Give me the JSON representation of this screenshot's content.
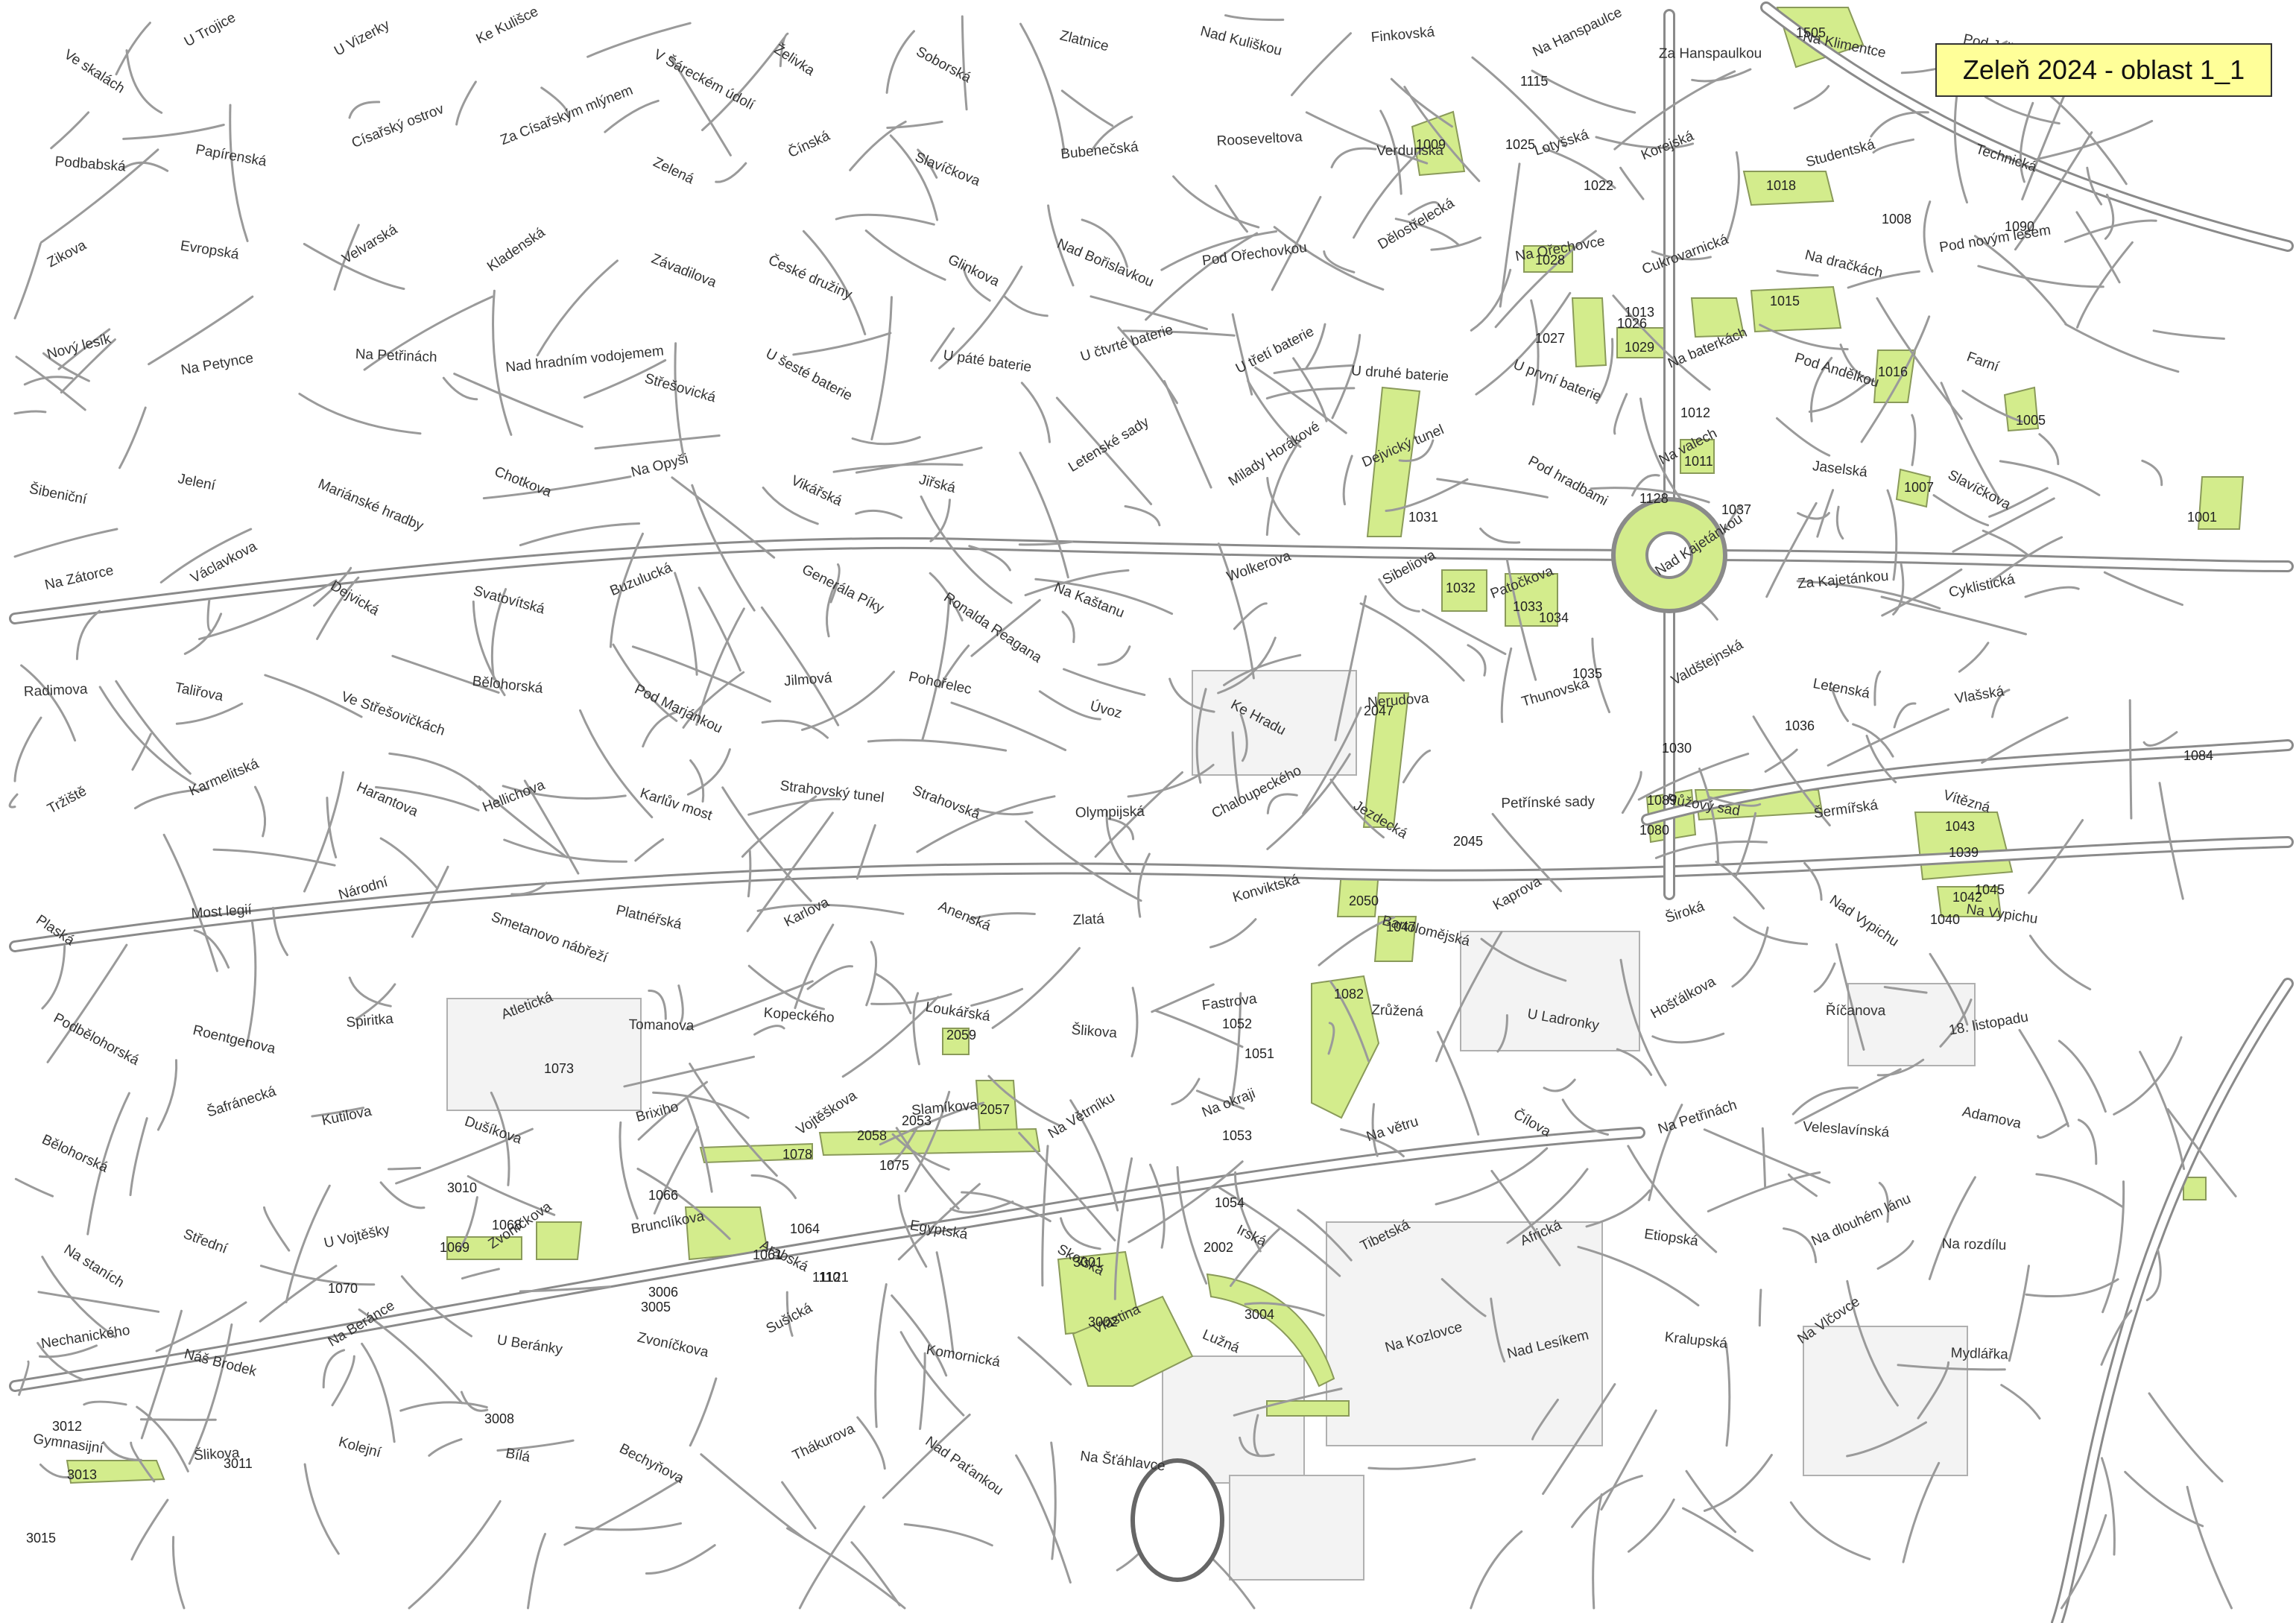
{
  "map": {
    "title": "Zeleň 2024 - oblast 1_1",
    "colors": {
      "green_area": "#d3ec8c",
      "road": "#8a8a8a",
      "title_background": "#ffff99"
    },
    "streets": [
      "Ve skalách",
      "U Trojice",
      "U Vizerky",
      "Ke Kulišce",
      "V Šáreckém údolí",
      "Želivka",
      "Soborská",
      "Zlatnice",
      "Nad Kuliškou",
      "Finkovská",
      "Na Hanspaulce",
      "Za Hanspaulkou",
      "Na Klimentce",
      "Pod Juliskou",
      "Podbabská",
      "Papírenská",
      "Císařský ostrov",
      "Za Císařským mlýnem",
      "Zelená",
      "Čínská",
      "Slavíčkova",
      "Bubenečská",
      "Rooseveltova",
      "Verdunská",
      "Lotyšská",
      "Korejská",
      "Studentská",
      "Technická",
      "Zikova",
      "Evropská",
      "Velvarská",
      "Kladenská",
      "Závadilova",
      "České družiny",
      "Glinkova",
      "Nad Bořislavkou",
      "Pod Ořechovkou",
      "Dělostřelecká",
      "Na Ořechovce",
      "Cukrovarnická",
      "Na dračkách",
      "Pod novým lesem",
      "Nový lesík",
      "Na Petynce",
      "Na Petřinách",
      "Nad hradním vodojemem",
      "Střešovická",
      "U šesté baterie",
      "U páté baterie",
      "U čtvrté baterie",
      "U třetí baterie",
      "U druhé baterie",
      "U první baterie",
      "Na baterkách",
      "Pod Andělkou",
      "Farní",
      "Šibeniční",
      "Jelení",
      "Mariánské hradby",
      "Chotkova",
      "Na Opyši",
      "Vikářská",
      "Jiřská",
      "Letenské sady",
      "Milady Horákové",
      "Dejvický tunel",
      "Pod hradbami",
      "Na valech",
      "Jaselská",
      "Slavíčkova",
      "Na Zátorce",
      "Václavkova",
      "Dejvická",
      "Svatovítská",
      "Buzulucká",
      "Generála Píky",
      "Ronalda Reagana",
      "Na Kaštanu",
      "Wolkerova",
      "Sibeliova",
      "Patočkova",
      "Nad Kajetánkou",
      "Za Kajetánkou",
      "Cyklistická",
      "Radimova",
      "Taliřova",
      "Ve Střešovičkách",
      "Bělohorská",
      "Pod Marjánkou",
      "Jilmová",
      "Pohořelec",
      "Úvoz",
      "Ke Hradu",
      "Nerudova",
      "Thunovská",
      "Valdštejnská",
      "Letenská",
      "Vlašská",
      "Tržiště",
      "Karmelitská",
      "Harantova",
      "Hellichova",
      "Karlův most",
      "Strahovský tunel",
      "Strahovská",
      "Olympijská",
      "Chaloupeckého",
      "Jezdecká",
      "Petřínské sady",
      "Růžový sad",
      "Šermířská",
      "Vítězná",
      "Plaská",
      "Most legií",
      "Národní",
      "Smetanovo nábřeží",
      "Platnéřská",
      "Karlova",
      "Anenská",
      "Zlatá",
      "Konviktská",
      "Bartolomějská",
      "Kaprova",
      "Široká",
      "Nad Vypichu",
      "Na Vypichu",
      "Podbělohorská",
      "Roentgenova",
      "Spiritka",
      "Atletická",
      "Tomanova",
      "Kopeckého",
      "Loukářská",
      "Šlikova",
      "Fastrova",
      "Zrůžená",
      "U Ladronky",
      "Hošťálkova",
      "Říčanova",
      "18. listopadu",
      "Bělohorská",
      "Šafránecká",
      "Kutilova",
      "Dušíkova",
      "Brixiho",
      "Vojtěškova",
      "Slamíkova",
      "Na Větrníku",
      "Na okraji",
      "Na větru",
      "Čílova",
      "Na Petřinách",
      "Veleslavínská",
      "Adamova",
      "Na staních",
      "Střední",
      "U Vojtěšky",
      "Zvoníčkova",
      "Brunclíkova",
      "Arabská",
      "Egyptská",
      "Skotská",
      "Irská",
      "Tibetská",
      "Africká",
      "Etiopská",
      "Na dlouhém lánu",
      "Na rozdílu",
      "Nechanického",
      "Náš Brodek",
      "Na Beránce",
      "U Beránky",
      "Zvoníčkova",
      "Sušická",
      "Komornická",
      "Vlastina",
      "Lužná",
      "Na Kozlovce",
      "Nad Lesíkem",
      "Kralupská",
      "Na Vlčovce",
      "Mydlářka",
      "Gymnasijní",
      "Šlikova",
      "Kolejní",
      "Bílá",
      "Bechyňova",
      "Thákurova",
      "Nad Paťankou",
      "Na Šťáhlavce"
    ],
    "parcels": [
      "1001",
      "1005",
      "1007",
      "1008",
      "1009",
      "1011",
      "1012",
      "1013",
      "1015",
      "1016",
      "1018",
      "1022",
      "1025",
      "1026",
      "1027",
      "1028",
      "1029",
      "1030",
      "1031",
      "1032",
      "1033",
      "1034",
      "1035",
      "1036",
      "1037",
      "1039",
      "1040",
      "1042",
      "1043",
      "1045",
      "1047",
      "1051",
      "1052",
      "1053",
      "1054",
      "1061",
      "1064",
      "1066",
      "1068",
      "1069",
      "1070",
      "1073",
      "1075",
      "1078",
      "1080",
      "1082",
      "1084",
      "1089",
      "1090",
      "1110",
      "1115",
      "1121",
      "1128",
      "1505",
      "2002",
      "2045",
      "2047",
      "2050",
      "2053",
      "2057",
      "2058",
      "2059",
      "3001",
      "3002",
      "3004",
      "3005",
      "3006",
      "3008",
      "3010",
      "3011",
      "3012",
      "3013",
      "3015"
    ]
  }
}
